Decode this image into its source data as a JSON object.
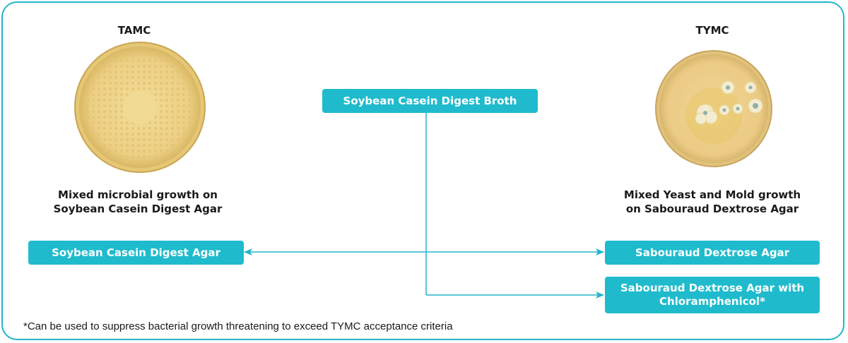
{
  "diagram": {
    "accent_color": "#1fbbcd",
    "left": {
      "title": "TAMC",
      "image_caption_line1": "Mixed microbial growth on",
      "image_caption_line2": "Soybean Casein Digest Agar",
      "image": "petri-dish-mixed-microbial-growth",
      "medium_box": "Soybean Casein Digest Agar"
    },
    "center": {
      "source_box": "Soybean Casein Digest Broth"
    },
    "right": {
      "title": "TYMC",
      "image_caption_line1": "Mixed Yeast and Mold growth",
      "image_caption_line2": "on Sabouraud Dextrose Agar",
      "image": "petri-dish-yeast-mold-growth",
      "medium_box_1": "Sabouraud Dextrose Agar",
      "medium_box_2_line1": "Sabouraud Dextrose Agar with",
      "medium_box_2_line2": "Chloramphenicol*"
    },
    "footnote": "*Can be used to suppress bacterial growth threatening to exceed TYMC acceptance criteria"
  }
}
